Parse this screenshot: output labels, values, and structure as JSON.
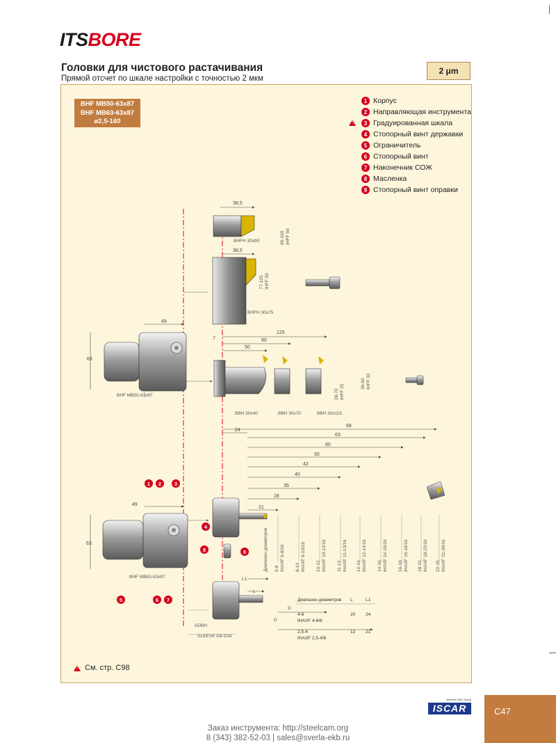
{
  "brand": {
    "logo_part1": "ITS",
    "logo_part2": "BORE"
  },
  "header": {
    "title": "Головки для чистового растачивания",
    "subtitle": "Прямой отсчет по шкале настройки с точностью 2 мкм",
    "precision_badge": "2 μm"
  },
  "product_box": {
    "line1": "BHF MB50-63x87",
    "line2": "BHF MB63-63x87",
    "line3": "ø2,5-160"
  },
  "legend": [
    {
      "num": "1",
      "label": "Корпус"
    },
    {
      "num": "2",
      "label": "Направляющая инструмента"
    },
    {
      "num": "3",
      "label": "Градуированная шкала"
    },
    {
      "num": "4",
      "label": "Стопорный винт державки"
    },
    {
      "num": "5",
      "label": "Ограничитель"
    },
    {
      "num": "6",
      "label": "Стопорный винт"
    },
    {
      "num": "7",
      "label": "Наконечник СОЖ"
    },
    {
      "num": "8",
      "label": "Масленка"
    },
    {
      "num": "9",
      "label": "Стопорный винт оправки"
    }
  ],
  "drawing": {
    "dims_top": [
      "38,5",
      "38,5",
      "49",
      "7",
      "125",
      "80",
      "50",
      "63"
    ],
    "dims_lower": [
      "68",
      "63",
      "60",
      "50",
      "42",
      "40",
      "35",
      "28",
      "24",
      "21",
      "49",
      "63"
    ],
    "tool_labels": [
      "BHFH 30x90",
      "BHFH 30x75",
      "BHF MB50-63x87",
      "BBH 30x40",
      "BBH 30x70",
      "BBH 30x115",
      "BHF MB63-63x87",
      "ADBH",
      "SLEEVE D8-D16"
    ],
    "vertical_labels": [
      "95-160",
      "77-125",
      "36-90",
      "28-70"
    ],
    "insert_codes": [
      "IHFF 50",
      "IHFF 50",
      "IHFF 32",
      "IHFF 25"
    ],
    "diam_ranges": [
      "6-8",
      "8-10",
      "10-12",
      "11-13",
      "12-14",
      "14-16",
      "16-18",
      "18-22",
      "22-30"
    ],
    "bars": [
      "IHAXF 6-8/16",
      "IHAXF 8-10/16",
      "IHAXF 10-12/16",
      "IHAXF 11-13/16",
      "IHAXF 12-14/16",
      "IHAXF 14-16/16",
      "IHAXF 16-18/16",
      "IHAXF 18-22/16",
      "IHAXF 22-30/16"
    ],
    "diam_axis_label": "Диапазон диаметров",
    "small_table": {
      "head": [
        "Диапазон диаметров",
        "L",
        "L1"
      ],
      "rows": [
        {
          "range": "4-6",
          "code": "IHAXF 4-6/6",
          "L": "20",
          "L1": "24"
        },
        {
          "range": "2,5-4",
          "code": "IHAXF 2,5-4/6",
          "L": "12",
          "L1": "21"
        }
      ]
    },
    "letters": [
      "L1",
      "L",
      "D",
      "D"
    ]
  },
  "note": "См. стр. C98",
  "footer": {
    "line1": "Заказ инструмента: http://steelcam.org",
    "line2": "8 (343) 382-52-03  |  sales@sverla-ekb.ru"
  },
  "company": {
    "member": "Member IMC Group",
    "name": "ISCAR"
  },
  "page_number": "C47",
  "colors": {
    "accent": "#d6001c",
    "panel": "#fdf6dc",
    "brown": "#c17d3f"
  }
}
